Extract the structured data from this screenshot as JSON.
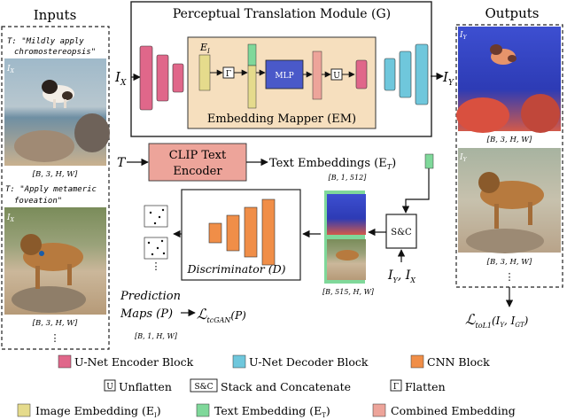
{
  "inputs": {
    "title": "Inputs",
    "prompt1": "T: \"Mildly apply chromostereopsis\"",
    "prompt1_l1": "T: \"Mildly apply",
    "prompt1_l2": "chromostereopsis\"",
    "img_tag": "I",
    "img_tag_sub": "X",
    "shape1": "[B, 3, H, W]",
    "prompt2_l1": "T: \"Apply metameric",
    "prompt2_l2": "foveation\"",
    "shape2": "[B, 3, H, W]",
    "ellipsis": "⋮"
  },
  "outputs": {
    "title": "Outputs",
    "img_tag": "I",
    "img_tag_sub": "Y",
    "shape1": "[B, 3, H, W]",
    "shape2": "[B, 3, H, W]",
    "ellipsis": "⋮",
    "loss": "ℒ",
    "loss_sub": "toL1",
    "loss_args": "(I",
    "loss_args_y": "Y",
    "loss_args_mid": ", I",
    "loss_args_gt": "GT",
    "loss_args_end": ")"
  },
  "ptm": {
    "title": "Perceptual Translation Module (G)",
    "input_label": "I",
    "input_sub": "X",
    "output_label": "I",
    "output_sub": "Y",
    "ei_label": "E",
    "ei_sub": "I",
    "flatten_glyph": "Γ",
    "mlp": "MLP",
    "unflatten_glyph": "U",
    "em_title": "Embedding Mapper (EM)"
  },
  "clip": {
    "t_label": "T",
    "box_l1": "CLIP Text",
    "box_l2": "Encoder",
    "emb_label": "Text Embeddings (E",
    "emb_sub": "T",
    "emb_end": ")",
    "emb_shape": "[B, 1, 512]"
  },
  "disc": {
    "label": "Discriminator (D)",
    "sc": "S&C",
    "iy_ix": "I",
    "iy_sub": "Y",
    "ix_mid": ", I",
    "ix_sub": "X",
    "stack_shape": "[B, 515, H, W]",
    "pred_l1": "Prediction",
    "pred_l2": "Maps (P)",
    "pred_shape": "[B, 1, H, W]",
    "loss": "ℒ",
    "loss_sub": "tcGAN",
    "loss_arg": "(P)",
    "ellipsis": "⋮"
  },
  "legend": {
    "enc": "U-Net Encoder Block",
    "dec": "U-Net Decoder Block",
    "cnn": "CNN Block",
    "unflatten": "Unflatten",
    "sc": "S&C",
    "stack": "Stack and Concatenate",
    "flatten": "Flatten",
    "img_emb": "Image Embedding (E",
    "img_emb_sub": "I",
    "img_emb_end": ")",
    "txt_emb": "Text Embedding (E",
    "txt_emb_sub": "T",
    "txt_emb_end": ")",
    "comb_emb": "Combined Embedding"
  },
  "colors": {
    "encoder": "#e0678a",
    "decoder": "#6fc7dc",
    "cnn": "#f08e48",
    "image_emb": "#e5db8c",
    "text_emb": "#7fd89a",
    "combined": "#eda49a",
    "em_bg": "#f6dfbe"
  }
}
